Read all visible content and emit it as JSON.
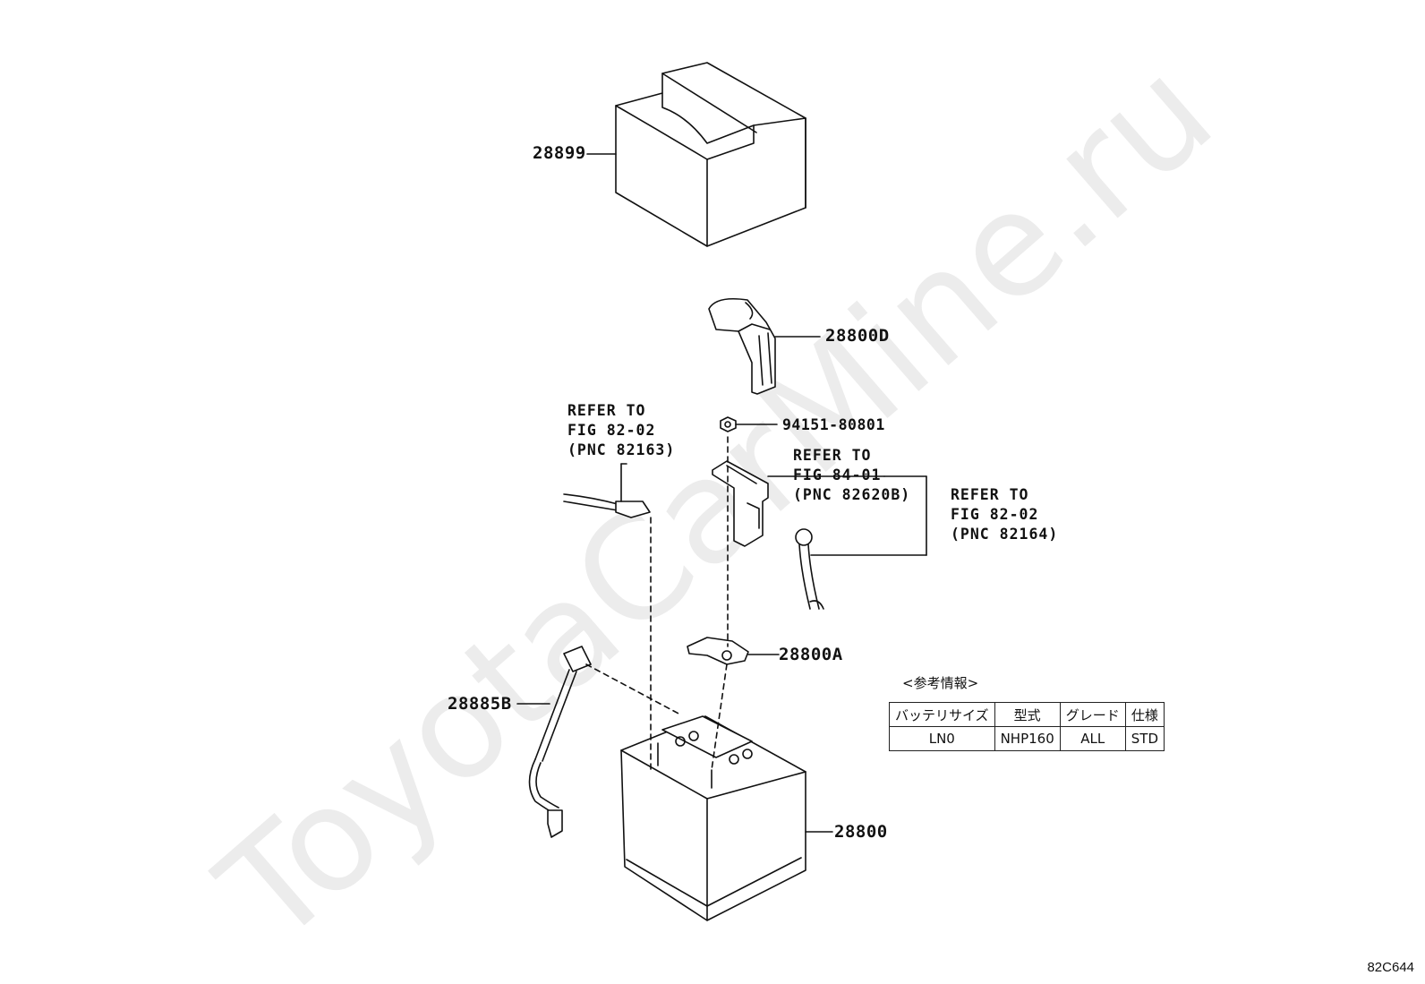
{
  "watermark": "ToyotaCarMine.ru",
  "parts": {
    "battery_cover": "28899",
    "terminal_cover": "28800D",
    "nut": "94151-80801",
    "terminal_clamp": "28800A",
    "vent_hose": "28885B",
    "battery": "28800"
  },
  "references": {
    "ref_left": {
      "line1": "REFER TO",
      "line2": "FIG 82-02",
      "line3": "(PNC 82163)"
    },
    "ref_mid": {
      "line1": "REFER TO",
      "line2": "FIG 84-01",
      "line3": "(PNC 82620B)"
    },
    "ref_right": {
      "line1": "REFER TO",
      "line2": "FIG 82-02",
      "line3": "(PNC 82164)"
    }
  },
  "info_table": {
    "title": "<参考情報>",
    "headers": [
      "バッテリサイズ",
      "型式",
      "グレード",
      "仕様"
    ],
    "rows": [
      [
        "LN0",
        "NHP160",
        "ALL",
        "STD"
      ]
    ]
  },
  "figure_code": "82C644"
}
